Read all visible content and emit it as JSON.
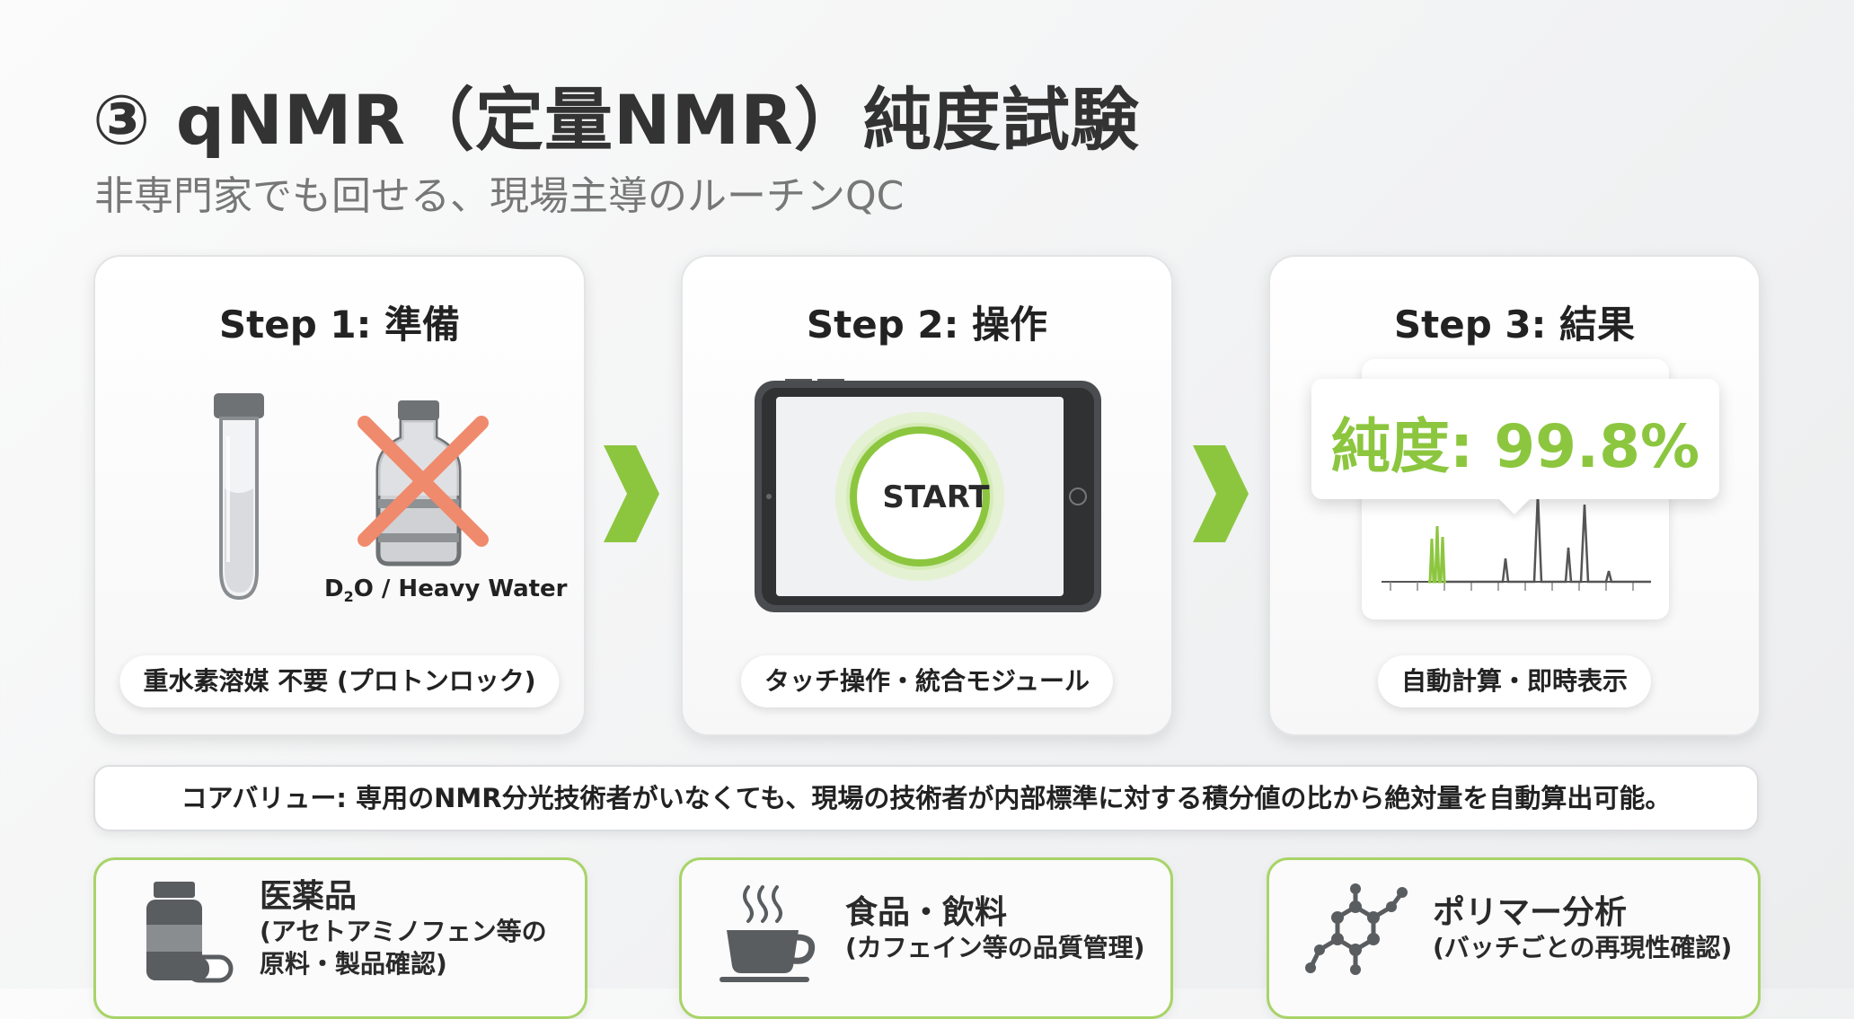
{
  "header": {
    "title": "③ qNMR（定量NMR）純度試験",
    "subtitle": "非専門家でも回せる、現場主導のルーチンQC"
  },
  "steps": [
    {
      "title": "Step 1: 準備",
      "bottle_label_main": "D",
      "bottle_label_sub": "2",
      "bottle_label_rest": "O / Heavy Water",
      "caption": "重水素溶媒 不要 (プロトンロック)",
      "icons": [
        "test-tube-icon",
        "bottle-icon",
        "cross-icon"
      ]
    },
    {
      "title": "Step 2: 操作",
      "button_label": "START",
      "caption": "タッチ操作・統合モジュール",
      "icons": [
        "tablet-icon"
      ]
    },
    {
      "title": "Step 3: 結果",
      "purity": "純度: 99.8%",
      "caption": "自動計算・即時表示",
      "icons": [
        "spectrum-icon"
      ]
    }
  ],
  "core_value": "コアバリュー: 専用のNMR分光技術者がいなくても、現場の技術者が内部標準に対する積分値の比から絶対量を自動算出可能。",
  "applications": [
    {
      "icon": "pill-bottle-icon",
      "name": "医薬品",
      "desc_lines": [
        "(アセトアミノフェン等の",
        "原料・製品確認)"
      ]
    },
    {
      "icon": "coffee-cup-icon",
      "name": "食品・飲料",
      "desc_lines": [
        "(カフェイン等の品質管理)"
      ]
    },
    {
      "icon": "molecule-icon",
      "name": "ポリマー分析",
      "desc_lines": [
        "(バッチごとの再現性確認)"
      ]
    }
  ],
  "colors": {
    "accent_green": "#8cc63f",
    "cross_red": "#f08a6c",
    "title_gray": "#333333",
    "subtitle_gray": "#777777"
  }
}
